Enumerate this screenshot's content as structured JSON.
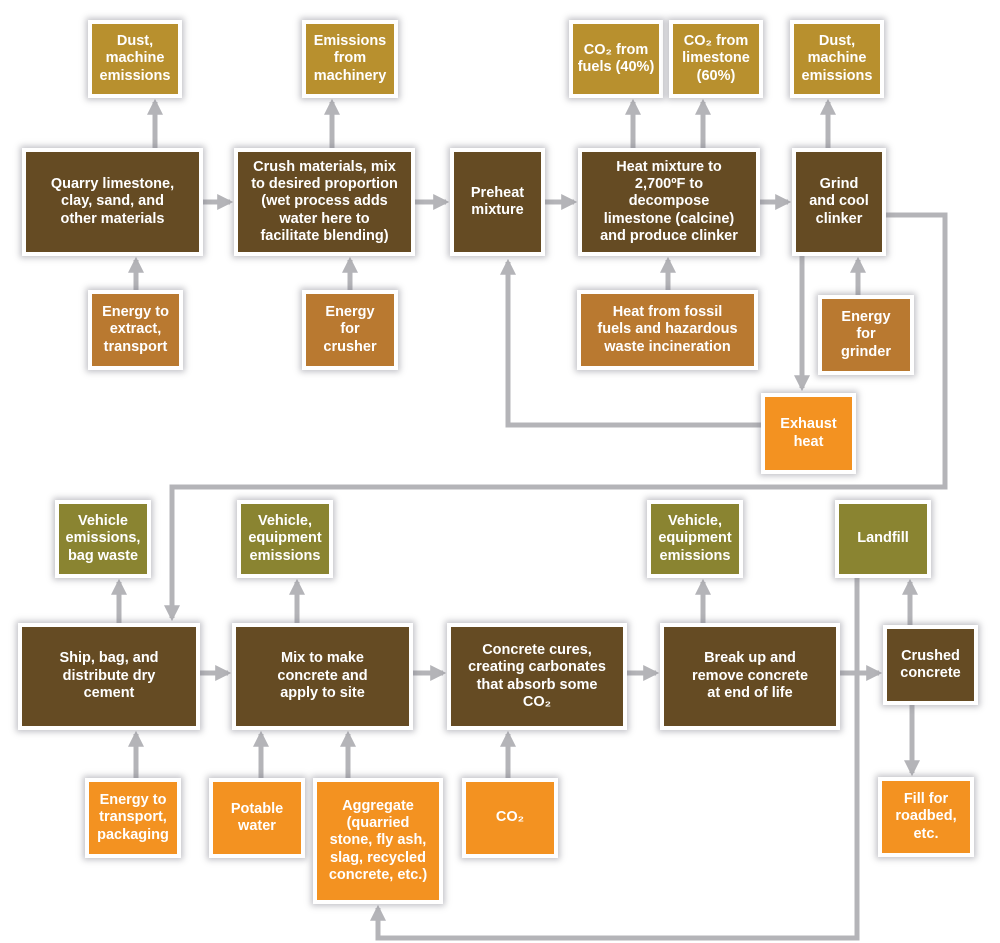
{
  "colors": {
    "process": "#654b23",
    "emission_top": "#b8902e",
    "energy_input": "#b97930",
    "input": "#f39221",
    "emission_bottom": "#8a8431",
    "arrow": "#b4b4b8"
  },
  "top_outputs": {
    "dust1": "Dust,\nmachine\nemissions",
    "machinery": "Emissions\nfrom\nmachinery",
    "co2_fuels": "CO₂ from\nfuels (40%)",
    "co2_limestone": "CO₂ from\nlimestone\n(60%)",
    "dust2": "Dust,\nmachine\nemissions"
  },
  "row1": {
    "quarry": "Quarry limestone,\nclay, sand, and\nother materials",
    "crush": "Crush materials, mix\nto desired proportion\n(wet process adds\nwater here to\nfacilitate blending)",
    "preheat": "Preheat\nmixture",
    "heat": "Heat mixture to\n2,700ºF to\ndecompose\nlimestone (calcine)\nand produce clinker",
    "grind": "Grind\nand cool\nclinker"
  },
  "row1_inputs": {
    "energy_extract": "Energy to\nextract,\ntransport",
    "energy_crusher": "Energy\nfor\ncrusher",
    "heat_fossil": "Heat from fossil\nfuels and hazardous\nwaste incineration",
    "energy_grinder": "Energy\nfor\ngrinder",
    "exhaust_heat": "Exhaust\nheat"
  },
  "bottom_outputs": {
    "vehicle_bag": "Vehicle\nemissions,\nbag waste",
    "vehicle_equipment1": "Vehicle,\nequipment\nemissions",
    "vehicle_equipment2": "Vehicle,\nequipment\nemissions",
    "landfill": "Landfill"
  },
  "row2": {
    "ship": "Ship, bag, and\ndistribute dry\ncement",
    "mix": "Mix to make\nconcrete and\napply to site",
    "cures": "Concrete cures,\ncreating carbonates\nthat absorb some\nCO₂",
    "break": "Break up and\nremove concrete\nat end of life",
    "crushed": "Crushed\nconcrete"
  },
  "row2_inputs": {
    "energy_transport": "Energy to\ntransport,\npackaging",
    "potable_water": "Potable\nwater",
    "aggregate": "Aggregate\n(quarried\nstone, fly ash,\nslag, recycled\nconcrete, etc.)",
    "co2": "CO₂",
    "fill": "Fill for\nroadbed,\netc."
  }
}
